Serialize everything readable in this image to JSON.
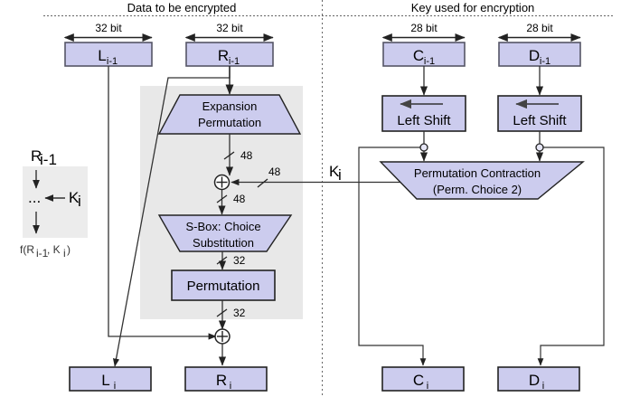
{
  "headers": {
    "left": "Data to be encrypted",
    "right": "Key used for encryption"
  },
  "bit_labels": {
    "l_prev": "32 bit",
    "r_prev": "32 bit",
    "c_prev": "28 bit",
    "d_prev": "28 bit"
  },
  "top_boxes": {
    "l_prev_main": "L",
    "l_prev_sub": "i-1",
    "r_prev_main": "R",
    "r_prev_sub": "i-1",
    "c_prev_main": "C",
    "c_prev_sub": "i-1",
    "d_prev_main": "D",
    "d_prev_sub": "i-1"
  },
  "bottom_boxes": {
    "l_main": "L",
    "l_sub": "i",
    "r_main": "R",
    "r_sub": "i",
    "c_main": "C",
    "c_sub": "i",
    "d_main": "D",
    "d_sub": "i"
  },
  "blocks": {
    "expansion_line1": "Expansion",
    "expansion_line2": "Permutation",
    "sbox_line1": "S-Box: Choice",
    "sbox_line2": "Substitution",
    "permutation": "Permutation",
    "left_shift_1": "Left Shift",
    "left_shift_2": "Left Shift",
    "contraction_line1": "Permutation Contraction",
    "contraction_line2": "(Perm. Choice 2)"
  },
  "wire_labels": {
    "exp_out": "48",
    "xor_key_in": "48",
    "xor_out": "48",
    "sbox_out": "32",
    "perm_out": "32",
    "key_name_main": "K",
    "key_name_sub": "i"
  },
  "legend": {
    "input_main": "R",
    "input_sub": "i-1",
    "dots": "...",
    "key_main": "K",
    "key_sub": "i",
    "output": "f(R",
    "output_sub1": "i-1",
    "output_mid": ", K",
    "output_sub2": "i",
    "output_end": ")"
  },
  "colors": {
    "box_fill": "#ccccee",
    "box_stroke": "#555566",
    "shape_fill": "#ccccee",
    "gray_region": "#e8e8e8",
    "line": "#222222",
    "divider": "#666666"
  }
}
